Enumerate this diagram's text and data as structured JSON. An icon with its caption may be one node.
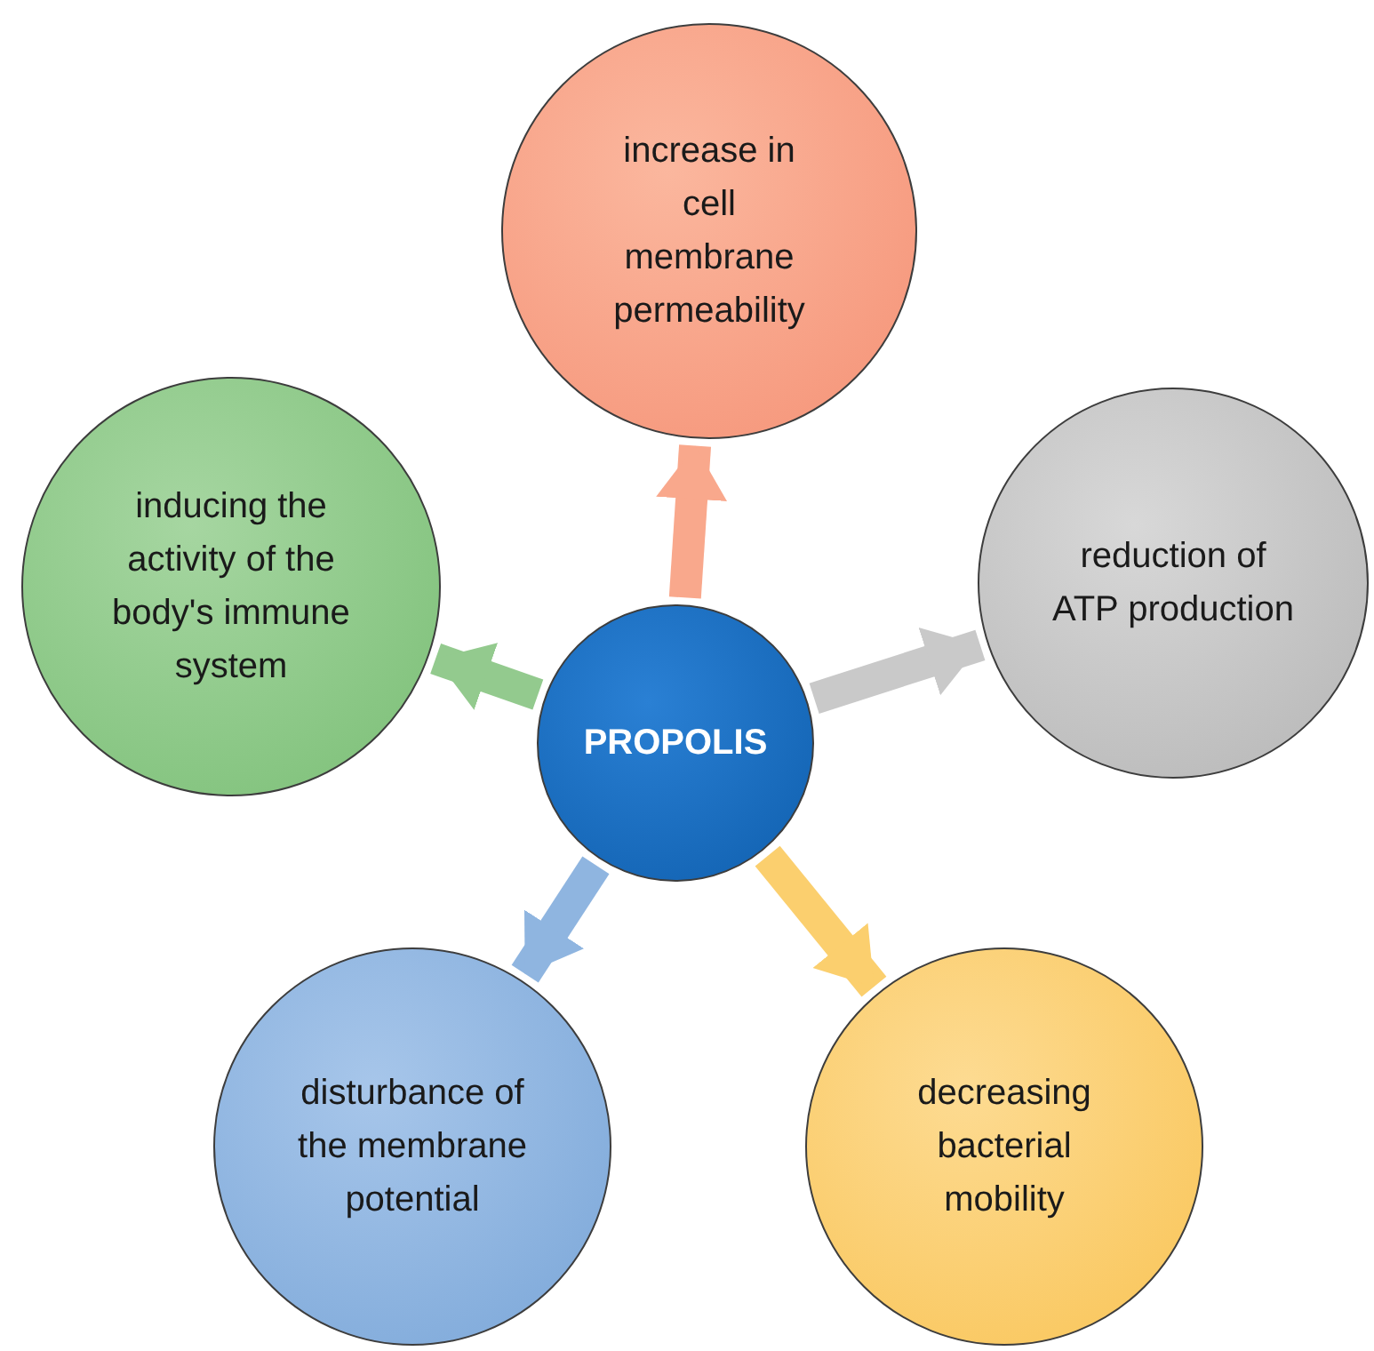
{
  "diagram": {
    "nodes": [
      {
        "text": [
          "PROPOLIS"
        ]
      },
      {
        "text": [
          "increase in cell membrane permeability"
        ]
      },
      {
        "text": [
          "inducing the activity of the body's immune system"
        ]
      },
      {
        "text": [
          "reduction of ATP production"
        ]
      },
      {
        "text": [
          "disturbance of the membrane potential"
        ]
      },
      {
        "text": [
          "decreasing bacterial mobility"
        ]
      }
    ],
    "edges": [
      {
        "from": 0,
        "to": 1,
        "arrow": "to",
        "color": "#f9a88c"
      },
      {
        "from": 0,
        "to": 2,
        "arrow": "to",
        "color": "#93ca8e"
      },
      {
        "from": 0,
        "to": 3,
        "arrow": "to",
        "color": "#c9c9c9"
      },
      {
        "from": 0,
        "to": 4,
        "arrow": "to",
        "color": "#8fb5e0"
      },
      {
        "from": 0,
        "to": 5,
        "arrow": "to",
        "color": "#fbcf6e"
      }
    ]
  }
}
